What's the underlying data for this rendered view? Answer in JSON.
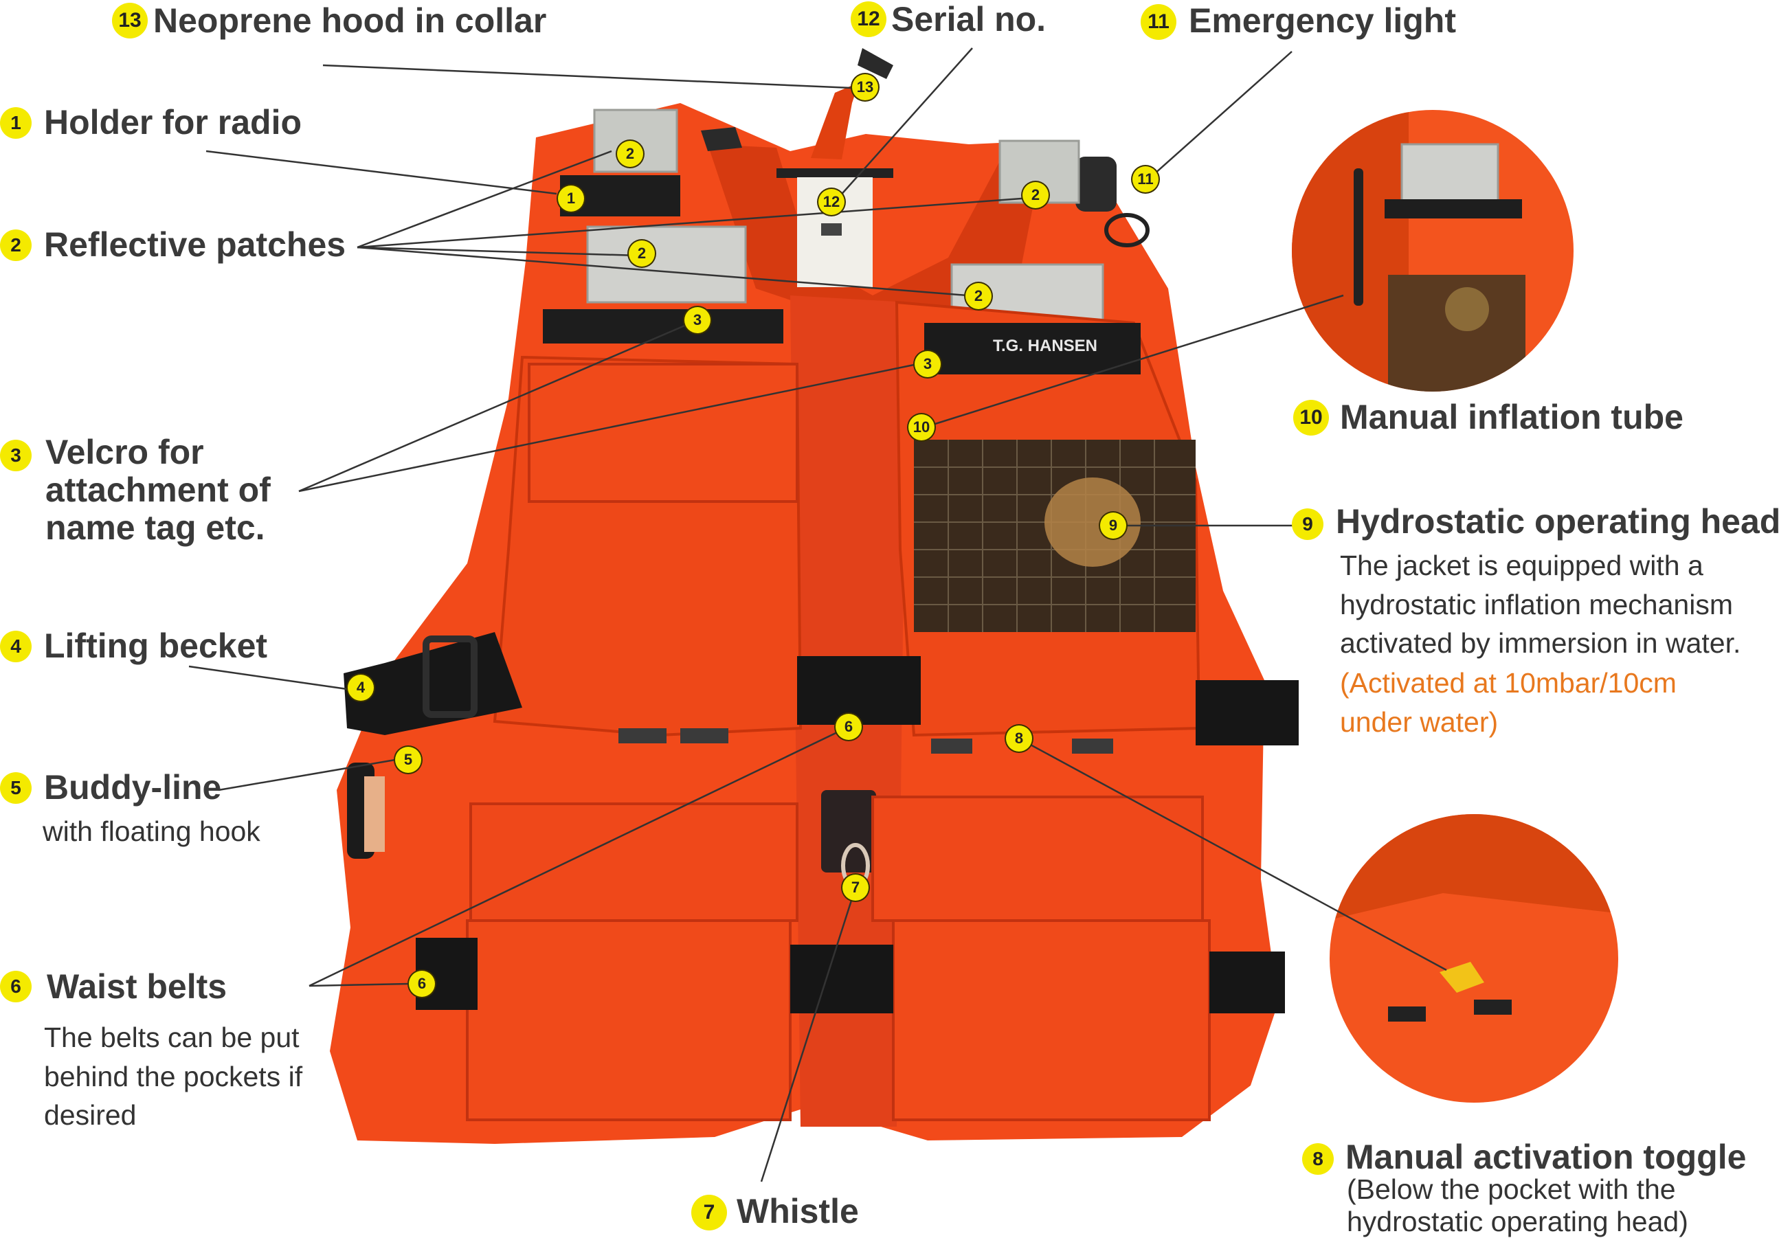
{
  "colors": {
    "vest": "#f24a1a",
    "vest_dark": "#c8340c",
    "strap": "#161616",
    "marker": "#f4ea00",
    "note_orange": "#e8781e",
    "text": "#3a3a3a"
  },
  "name_tag": "T.G. HANSEN",
  "callouts": [
    {
      "num": "13",
      "title": "Neoprene hood in collar"
    },
    {
      "num": "12",
      "title": "Serial no."
    },
    {
      "num": "11",
      "title": "Emergency light"
    },
    {
      "num": "1",
      "title": "Holder for radio"
    },
    {
      "num": "2",
      "title": "Reflective patches"
    },
    {
      "num": "3",
      "title": "Velcro for attachment of name tag etc."
    },
    {
      "num": "4",
      "title": "Lifting becket"
    },
    {
      "num": "5",
      "title": "Buddy-line",
      "desc": "with floating hook"
    },
    {
      "num": "6",
      "title": "Waist belts",
      "desc": "The belts can be put behind the pockets if desired"
    },
    {
      "num": "7",
      "title": "Whistle"
    },
    {
      "num": "10",
      "title": "Manual inflation tube"
    },
    {
      "num": "9",
      "title": "Hydrostatic operating head",
      "desc": "The jacket is equipped with a hydrostatic inflation mechanism activated by immersion in water.",
      "note": "(Activated at 10mbar/10cm under water)"
    },
    {
      "num": "8",
      "title": "Manual activation toggle",
      "desc": "(Below the pocket with the hydrostatic operating head)"
    }
  ]
}
